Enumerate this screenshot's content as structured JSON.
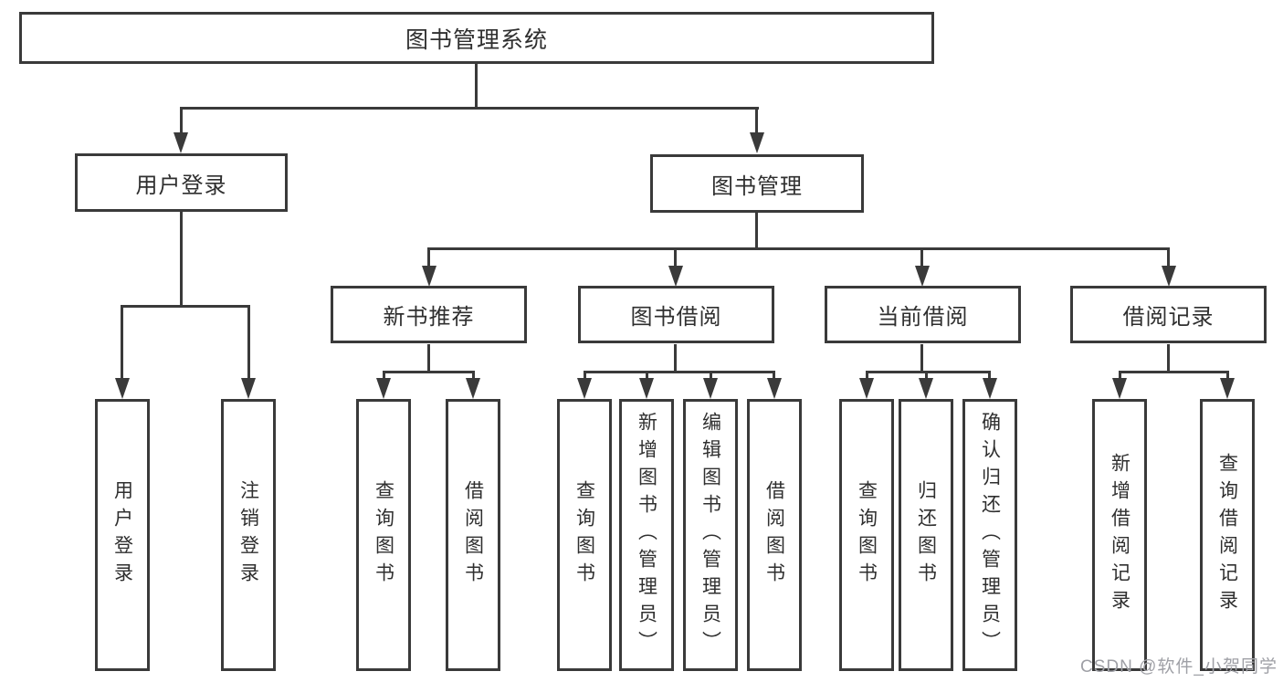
{
  "diagram": {
    "title": "图书管理系统",
    "watermark": "CSDN @软件_小贺同学",
    "colors": {
      "line": "#3a3a3a",
      "text": "#2f2f2f",
      "background": "#ffffff",
      "watermark": "#9fa0a6"
    },
    "nodes": {
      "root": {
        "label": "图书管理系统"
      },
      "user_login": {
        "label": "用户登录"
      },
      "book_mgmt": {
        "label": "图书管理"
      },
      "new_book_rec": {
        "label": "新书推荐"
      },
      "book_borrow": {
        "label": "图书借阅"
      },
      "current_borrow": {
        "label": "当前借阅"
      },
      "borrow_records": {
        "label": "借阅记录"
      }
    },
    "leaves": {
      "user_login_login": "用户登录",
      "user_login_logout": "注销登录",
      "rec_query_books": "查询图书",
      "rec_borrow_books": "借阅图书",
      "bb_query_books": "查询图书",
      "bb_add_books": "新增图书（管理员）",
      "bb_edit_books": "编辑图书（管理员）",
      "bb_borrow_books": "借阅图书",
      "cb_query_books": "查询图书",
      "cb_return_books": "归还图书",
      "cb_confirm_return": "确认归还（管理员）",
      "br_add_record": "新增借阅记录",
      "br_query_record": "查询借阅记录"
    }
  }
}
